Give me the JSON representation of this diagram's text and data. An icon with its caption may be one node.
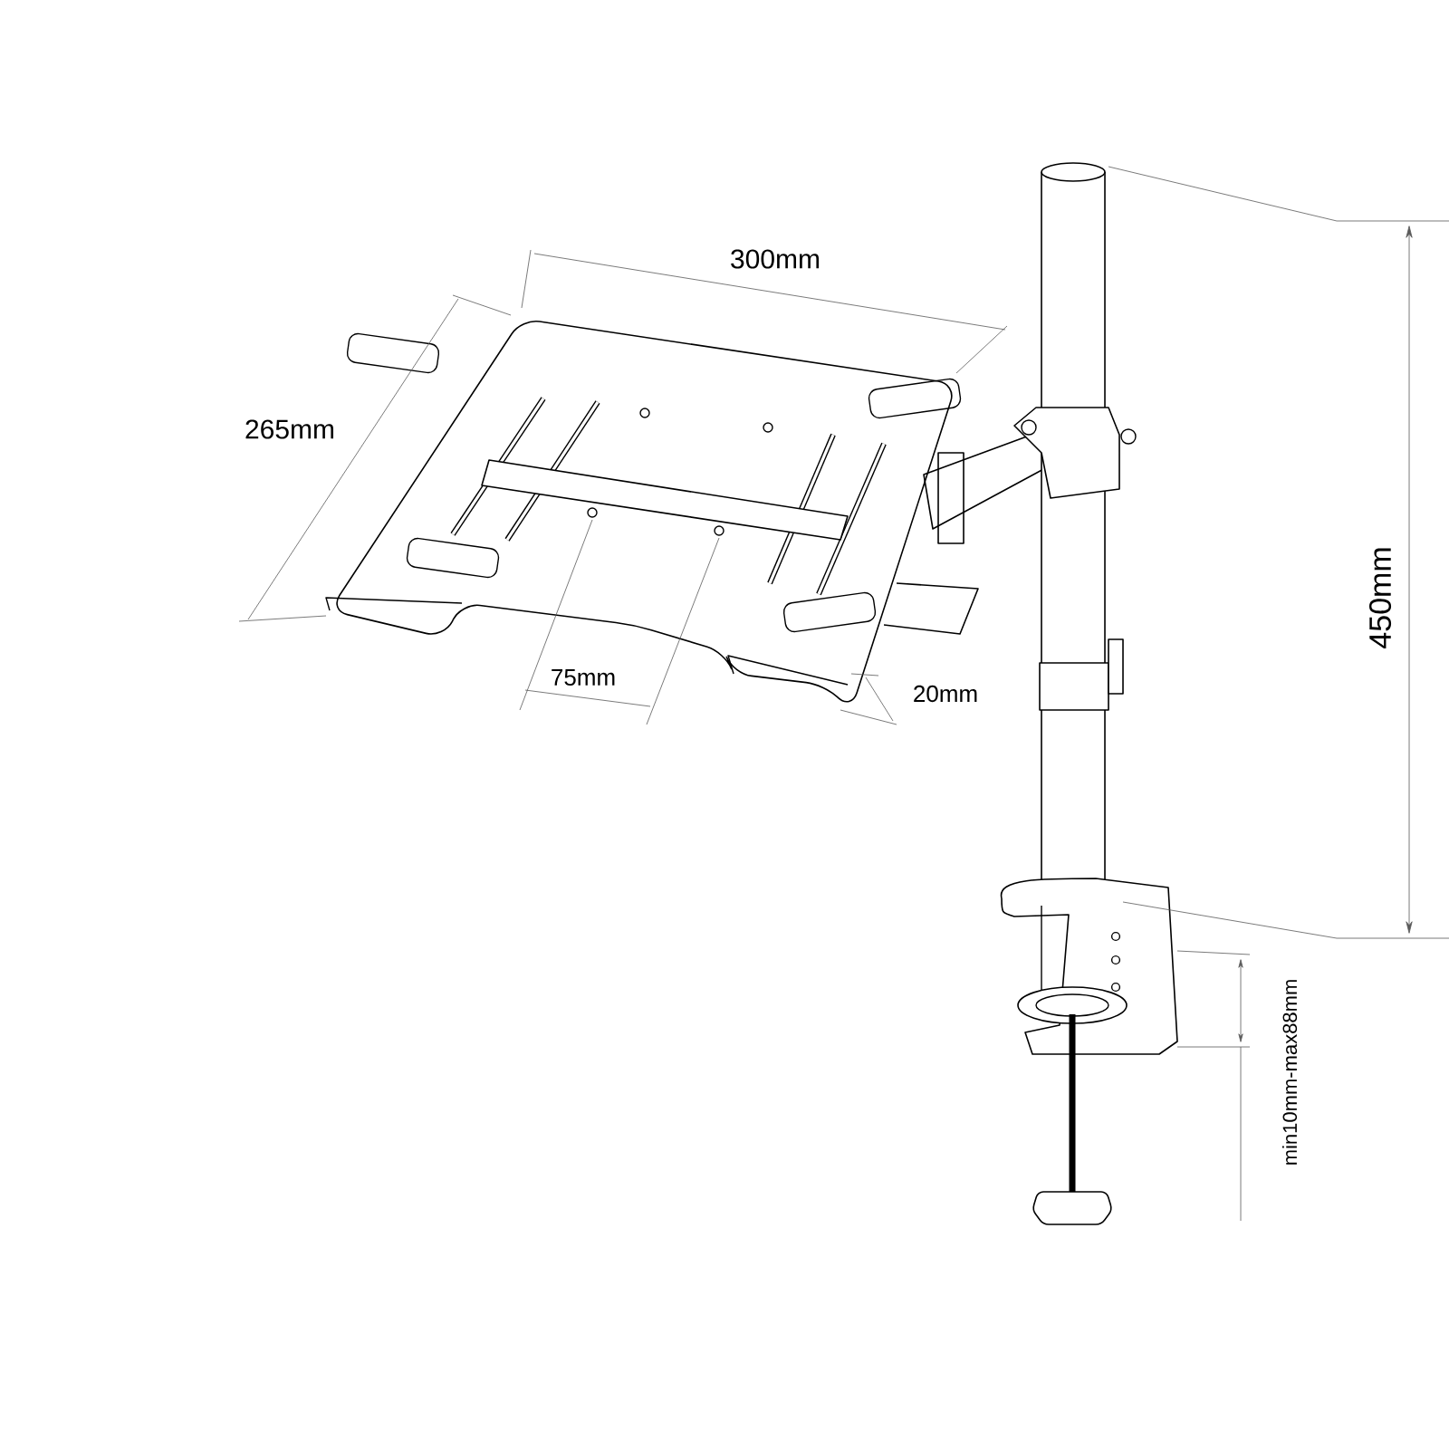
{
  "diagram": {
    "labels": [
      "300mm",
      "265mm",
      "450mm",
      "75mm",
      "20mm",
      "min10mm-max88mm"
    ]
  }
}
